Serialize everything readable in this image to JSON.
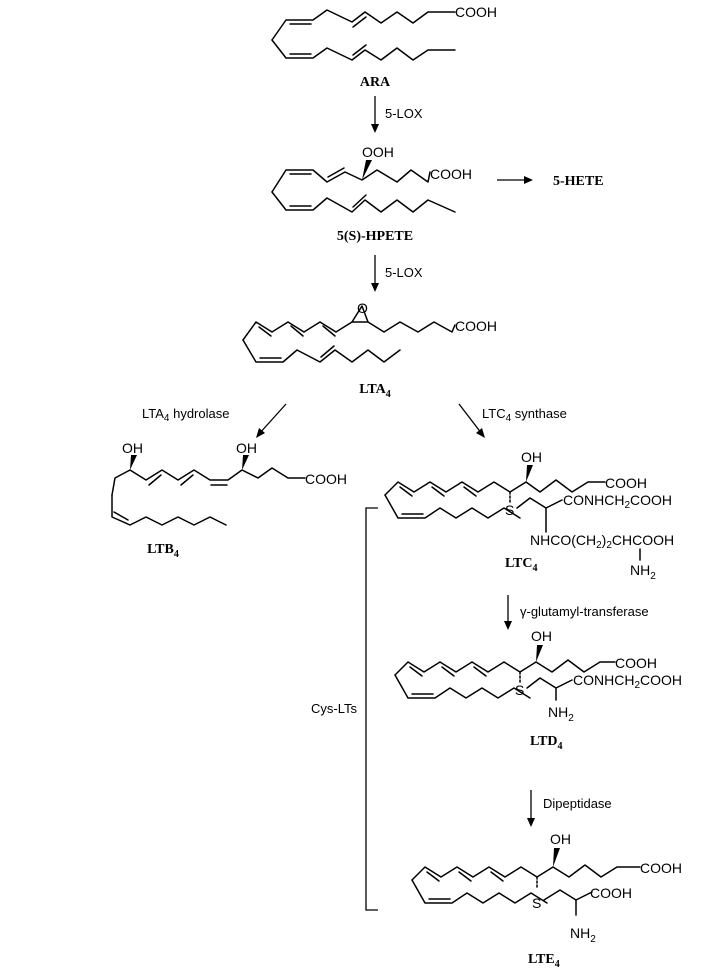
{
  "compounds": {
    "ara": "ARA",
    "hpete": "5(S)-HPETE",
    "hete": "5-HETE",
    "lta4": {
      "base": "LTA",
      "sub": "4"
    },
    "ltb4": {
      "base": "LTB",
      "sub": "4"
    },
    "ltc4": {
      "base": "LTC",
      "sub": "4"
    },
    "ltd4": {
      "base": "LTD",
      "sub": "4"
    },
    "lte4": {
      "base": "LTE",
      "sub": "4"
    }
  },
  "enzymes": {
    "lox1": "5-LOX",
    "lox2": "5-LOX",
    "lta4_hydrolase": {
      "pre": "LTA",
      "sub": "4",
      "post": " hydrolase"
    },
    "ltc4_synthase": {
      "pre": "LTC",
      "sub": "4",
      "post": " synthase"
    },
    "ggt": "γ-glutamyl-transferase",
    "dipeptidase": "Dipeptidase"
  },
  "group_label": "Cys-LTs",
  "atoms": {
    "cooh": "COOH",
    "ooh": "OOH",
    "oh": "OH",
    "o": "O",
    "s": "S",
    "nh2": "NH",
    "nh2_sub": "2",
    "ltc4_gly": "CONHCH",
    "ltc4_gly_sub": "2",
    "ltc4_gly_end": "COOH",
    "ltc4_glu": {
      "a": "NHCO(CH",
      "sub": "2",
      "b": ")",
      "sub2": "2",
      "c": "CHCOOH"
    },
    "ltd4_gly": "CONHCH",
    "ltd4_gly_sub": "2",
    "ltd4_gly_end": "COOH",
    "lte4_cooh": "COOH"
  }
}
